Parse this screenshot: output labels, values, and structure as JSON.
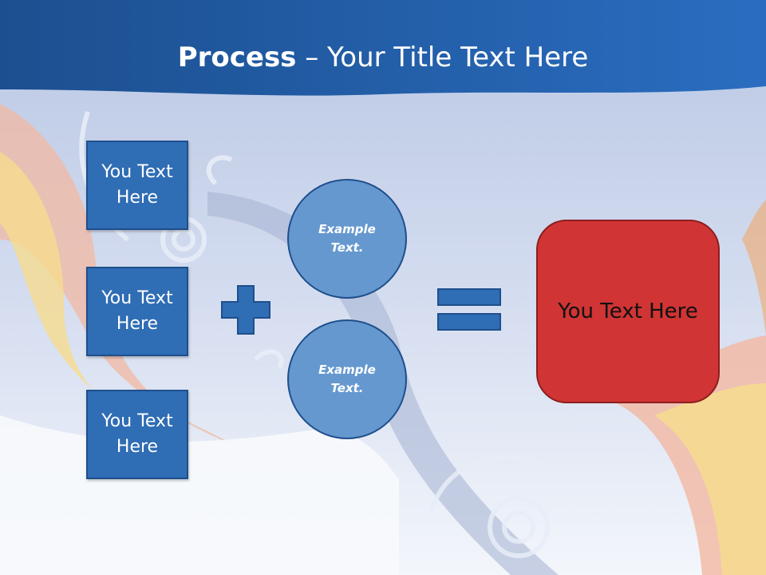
{
  "slide": {
    "title_bold": "Process",
    "title_rest": " – Your Title Text Here",
    "left_boxes": [
      {
        "label": "You Text Here"
      },
      {
        "label": "You Text Here"
      },
      {
        "label": "You Text Here"
      }
    ],
    "circles": [
      {
        "label": "Example Text."
      },
      {
        "label": "Example Text."
      }
    ],
    "result_label": "You Text Here"
  },
  "colors": {
    "header_blue": "#1f5aa0",
    "box_blue": "#2f6db5",
    "circle_blue": "#6598cf",
    "result_red": "#d03434"
  },
  "icons": {
    "plus": "plus-icon",
    "equals": "equals-icon"
  }
}
